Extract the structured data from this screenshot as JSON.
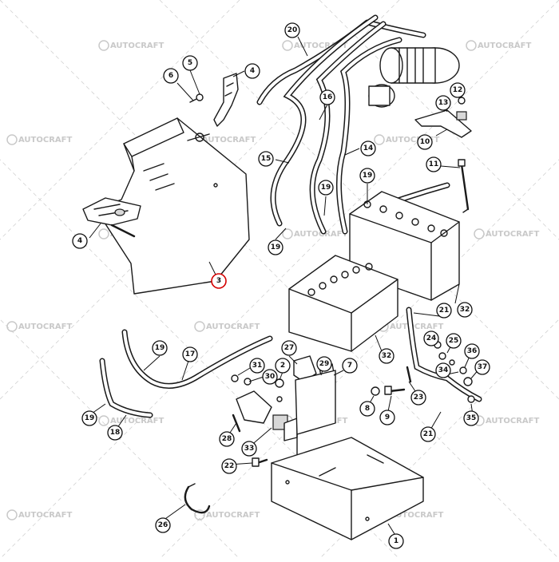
{
  "watermark": {
    "text": "AUTOCRAFT",
    "color": "#c9c9c9"
  },
  "highlight_color": "#d40000",
  "callouts": [
    {
      "id": "c20",
      "label": "20"
    },
    {
      "id": "c5",
      "label": "5"
    },
    {
      "id": "c6",
      "label": "6"
    },
    {
      "id": "c4a",
      "label": "4"
    },
    {
      "id": "c16",
      "label": "16"
    },
    {
      "id": "c12",
      "label": "12"
    },
    {
      "id": "c13",
      "label": "13"
    },
    {
      "id": "c10",
      "label": "10"
    },
    {
      "id": "c15",
      "label": "15"
    },
    {
      "id": "c14",
      "label": "14"
    },
    {
      "id": "c11",
      "label": "11"
    },
    {
      "id": "c19a",
      "label": "19"
    },
    {
      "id": "c19b",
      "label": "19"
    },
    {
      "id": "c19c",
      "label": "19"
    },
    {
      "id": "c4b",
      "label": "4"
    },
    {
      "id": "c3",
      "label": "3",
      "highlighted": true
    },
    {
      "id": "c21a",
      "label": "21"
    },
    {
      "id": "c32a",
      "label": "32"
    },
    {
      "id": "c19d",
      "label": "19"
    },
    {
      "id": "c17",
      "label": "17"
    },
    {
      "id": "c27",
      "label": "27"
    },
    {
      "id": "c2",
      "label": "2"
    },
    {
      "id": "c29",
      "label": "29"
    },
    {
      "id": "c7",
      "label": "7"
    },
    {
      "id": "c32b",
      "label": "32"
    },
    {
      "id": "c24",
      "label": "24"
    },
    {
      "id": "c25",
      "label": "25"
    },
    {
      "id": "c36",
      "label": "36"
    },
    {
      "id": "c31",
      "label": "31"
    },
    {
      "id": "c30",
      "label": "30"
    },
    {
      "id": "c34",
      "label": "34"
    },
    {
      "id": "c37",
      "label": "37"
    },
    {
      "id": "c23",
      "label": "23"
    },
    {
      "id": "c8",
      "label": "8"
    },
    {
      "id": "c9",
      "label": "9"
    },
    {
      "id": "c19e",
      "label": "19"
    },
    {
      "id": "c18",
      "label": "18"
    },
    {
      "id": "c28",
      "label": "28"
    },
    {
      "id": "c33",
      "label": "33"
    },
    {
      "id": "c35",
      "label": "35"
    },
    {
      "id": "c21b",
      "label": "21"
    },
    {
      "id": "c22",
      "label": "22"
    },
    {
      "id": "c26",
      "label": "26"
    },
    {
      "id": "c1",
      "label": "1"
    }
  ]
}
